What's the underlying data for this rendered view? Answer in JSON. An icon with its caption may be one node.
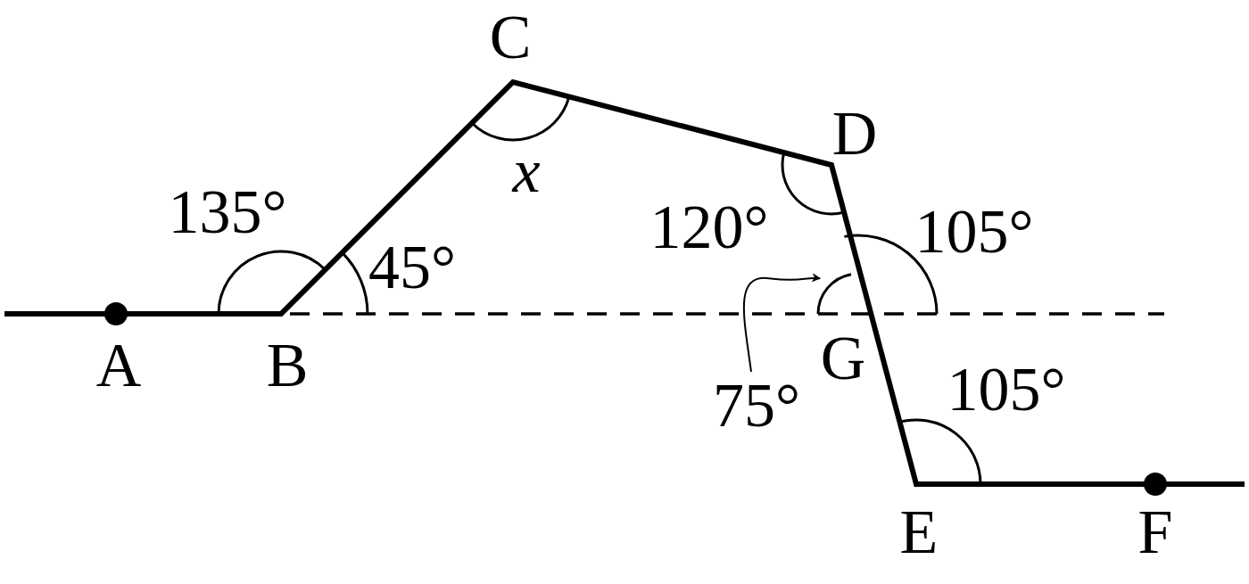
{
  "diagram": {
    "nodes": [
      {
        "text": [
          "75°"
        ]
      },
      {
        "text": [],
        "shape": "arc"
      }
    ],
    "edges": [
      {
        "from": 0,
        "to": 1,
        "arrow": "to"
      }
    ],
    "labels": [
      "C",
      "x",
      "D",
      "135°",
      "120°",
      "105°",
      "45°",
      "A",
      "B",
      "G",
      "105°",
      "E",
      "F"
    ]
  }
}
